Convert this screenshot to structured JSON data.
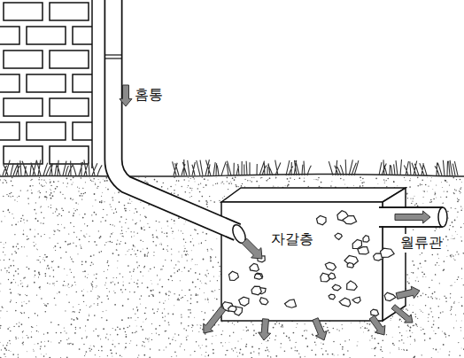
{
  "diagram": {
    "nodes": [
      {
        "text": [
          "자갈층"
        ]
      }
    ],
    "labels": [
      "홈통",
      "월류관"
    ]
  }
}
